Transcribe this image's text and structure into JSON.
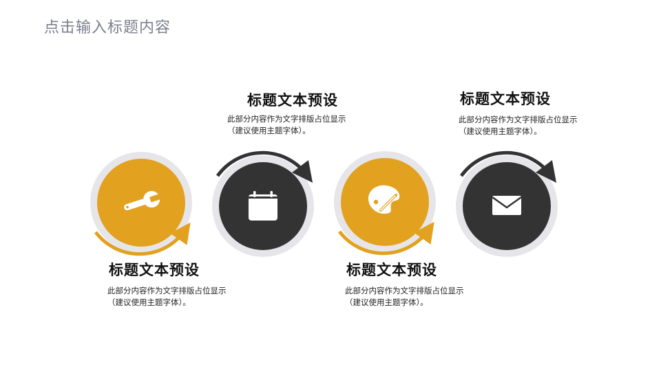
{
  "page": {
    "title": "点击输入标题内容"
  },
  "colors": {
    "accent": "#E2A11F",
    "dark": "#333333",
    "ring": "#E6E6EA"
  },
  "steps": [
    {
      "title": "标题文本预设",
      "desc_line1": "此部分内容作为文字排版占位显示",
      "desc_line2": "（建议使用主题字体）。",
      "icon": "wrench-icon",
      "color": "accent",
      "arrow": "bottom"
    },
    {
      "title": "标题文本预设",
      "desc_line1": "此部分内容作为文字排版占位显示",
      "desc_line2": "（建议使用主题字体）。",
      "icon": "calendar-icon",
      "color": "dark",
      "arrow": "top"
    },
    {
      "title": "标题文本预设",
      "desc_line1": "此部分内容作为文字排版占位显示",
      "desc_line2": "（建议使用主题字体）。",
      "icon": "palette-icon",
      "color": "accent",
      "arrow": "bottom"
    },
    {
      "title": "标题文本预设",
      "desc_line1": "此部分内容作为文字排版占位显示",
      "desc_line2": "（建议使用主题字体）。",
      "icon": "envelope-icon",
      "color": "dark",
      "arrow": "top"
    }
  ]
}
